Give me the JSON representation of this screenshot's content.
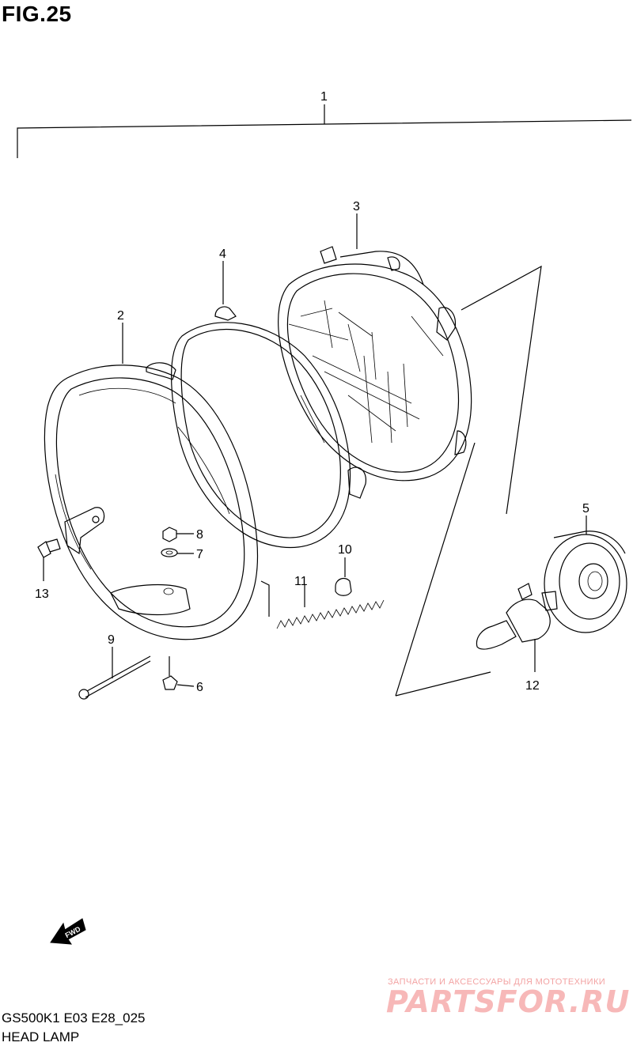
{
  "figure": {
    "title": "FIG.25",
    "model_code": "GS500K1 E03 E28_025",
    "name": "HEAD LAMP"
  },
  "callouts": [
    "1",
    "2",
    "3",
    "4",
    "5",
    "6",
    "7",
    "8",
    "9",
    "10",
    "11",
    "12",
    "13"
  ],
  "fwd_label": "FWD",
  "watermark": {
    "tagline": "ЗАПЧАСТИ И АКСЕССУАРЫ ДЛЯ МОТОТЕХНИКИ",
    "brand": "PARTSFOR.RU"
  }
}
